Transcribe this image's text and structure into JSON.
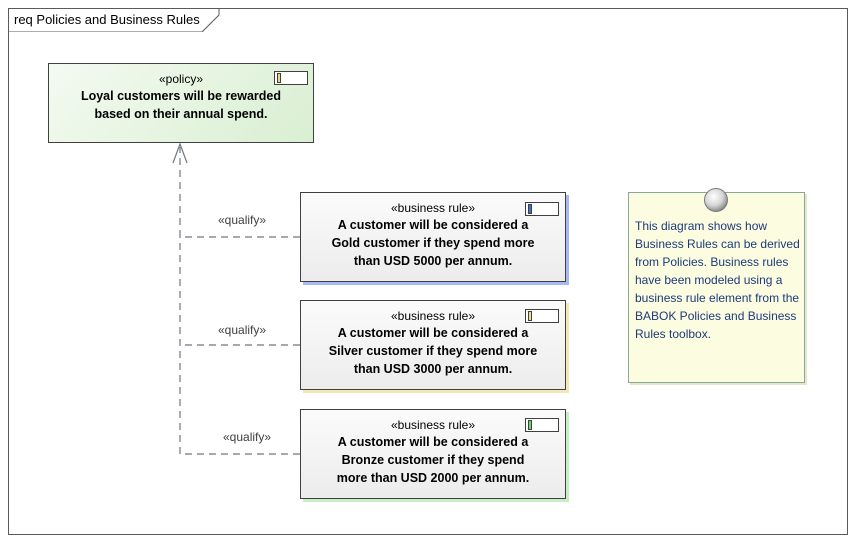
{
  "diagram": {
    "title": "req Policies and Business Rules"
  },
  "policy": {
    "stereotype": "«policy»",
    "lines": [
      "Loyal customers will be rewarded",
      "based on their annual spend."
    ],
    "badge_color": "#e8d48a"
  },
  "rules": [
    {
      "stereotype": "«business rule»",
      "lines": [
        "A customer will be considered a",
        "Gold customer if they spend more",
        "than USD 5000 per annum."
      ],
      "badge_color": "#3f6fd8",
      "relation_label": "«qualify»"
    },
    {
      "stereotype": "«business rule»",
      "lines": [
        "A customer will be considered a",
        "Silver customer if they spend more",
        "than USD 3000 per annum."
      ],
      "badge_color": "#efe08a",
      "relation_label": "«qualify»"
    },
    {
      "stereotype": "«business rule»",
      "lines": [
        "A customer will be considered a",
        "Bronze customer if they spend",
        "more than USD 2000 per annum."
      ],
      "badge_color": "#6fd36f",
      "relation_label": "«qualify»"
    }
  ],
  "note": {
    "text": "This diagram shows how Business Rules can be derived from Policies. Business rules have been modeled using a business rule element from the BABOK Policies and Business Rules toolbox."
  }
}
